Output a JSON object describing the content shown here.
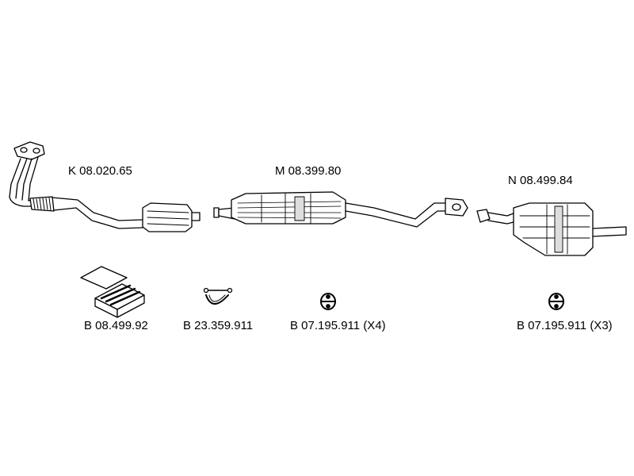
{
  "parts": {
    "front_pipe": {
      "code": "K 08.020.65"
    },
    "middle_silencer": {
      "code": "M 08.399.80"
    },
    "rear_silencer": {
      "code": "N 08.499.84"
    }
  },
  "accessories": {
    "mounting_kit": {
      "code": "B 08.499.92"
    },
    "clamp": {
      "code": "B 23.359.911"
    },
    "rubber_mount_1": {
      "code": "B 07.195.911",
      "qty": "(X4)"
    },
    "rubber_mount_2": {
      "code": "B 07.195.911",
      "qty": "(X3)"
    }
  },
  "colors": {
    "line": "#000000",
    "fill": "#ffffff",
    "shade": "#bbbbbb"
  }
}
